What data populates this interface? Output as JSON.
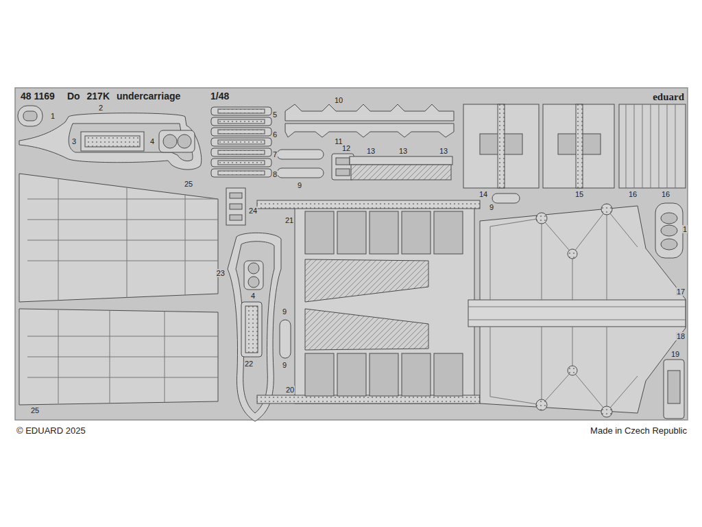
{
  "diagram": {
    "title": "Do 217K undercarriage",
    "labels": [
      "48 1169",
      "1/48",
      "eduard",
      "1",
      "2",
      "3",
      "4",
      "5",
      "6",
      "7",
      "8",
      "10",
      "11",
      "12",
      "13",
      "13",
      "13",
      "9",
      "14",
      "9",
      "15",
      "16",
      "16",
      "1",
      "25",
      "24",
      "21",
      "23",
      "4",
      "22",
      "9",
      "9",
      "17",
      "18",
      "19",
      "20",
      "25",
      "© EDUARD 2025",
      "Made in Czech Republic"
    ]
  }
}
